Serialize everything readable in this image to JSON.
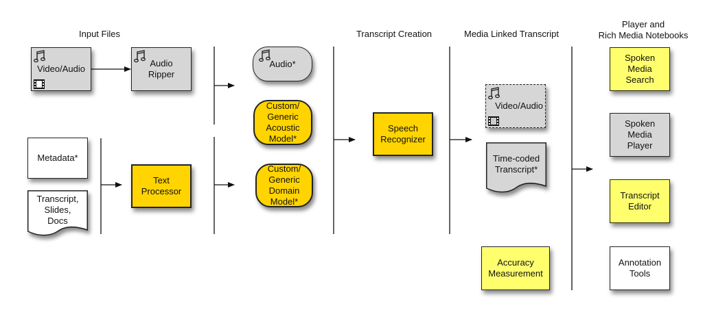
{
  "diagram": {
    "headers": [
      {
        "id": "input-files",
        "text": "Input Files"
      },
      {
        "id": "transcript-creation",
        "text": "Transcript Creation"
      },
      {
        "id": "media-linked-transcript",
        "text": "Media Linked Transcript"
      },
      {
        "id": "player-notebooks",
        "text": "Player and\nRich Media Notebooks"
      }
    ],
    "nodes": {
      "video_audio_input": {
        "label": "Video/Audio",
        "fill": "#d6d6d6",
        "icons": [
          "music-note",
          "film"
        ]
      },
      "audio_ripper": {
        "label": "Audio\nRipper",
        "fill": "#d6d6d6",
        "icons": [
          "music-note"
        ]
      },
      "metadata": {
        "label": "Metadata*",
        "fill": "#ffffff"
      },
      "transcript_slides_docs": {
        "label": "Transcript,\nSlides,\nDocs",
        "fill": "#ffffff",
        "shape": "document"
      },
      "text_processor": {
        "label": "Text\nProcessor",
        "fill": "#ffd400"
      },
      "audio": {
        "label": "Audio*",
        "fill": "#d6d6d6",
        "shape": "rounded",
        "icons": [
          "music-note"
        ]
      },
      "acoustic_model": {
        "label": "Custom/\nGeneric\nAcoustic\nModel*",
        "fill": "#ffd400",
        "shape": "rounded"
      },
      "domain_model": {
        "label": "Custom/\nGeneric\nDomain\nModel*",
        "fill": "#ffd400",
        "shape": "rounded"
      },
      "speech_recognizer": {
        "label": "Speech\nRecognizer",
        "fill": "#ffd400"
      },
      "video_audio_linked": {
        "label": "Video/Audio",
        "fill": "#d6d6d6",
        "border": "dashed",
        "icons": [
          "music-note",
          "film"
        ]
      },
      "time_coded_transcript": {
        "label": "Time-coded\nTranscript*",
        "fill": "#d6d6d6",
        "shape": "document"
      },
      "accuracy_measurement": {
        "label": "Accuracy\nMeasurement",
        "fill": "#ffff6e"
      },
      "spoken_media_search": {
        "label": "Spoken\nMedia\nSearch",
        "fill": "#ffff6e"
      },
      "spoken_media_player": {
        "label": "Spoken\nMedia\nPlayer",
        "fill": "#d6d6d6"
      },
      "transcript_editor": {
        "label": "Transcript\nEditor",
        "fill": "#ffff6e"
      },
      "annotation_tools": {
        "label": "Annotation\nTools",
        "fill": "#ffffff"
      }
    },
    "edges": [
      {
        "from": "video_audio_input",
        "to": "audio_ripper"
      },
      {
        "from": "input-bracket-top",
        "to": "stage2-bracket-top"
      },
      {
        "from": "metadata-bracket",
        "to": "text_processor"
      },
      {
        "from": "text_processor",
        "to": "domain_model"
      },
      {
        "from": "stage2",
        "to": "speech_recognizer"
      },
      {
        "from": "speech_recognizer",
        "to": "media_linked"
      },
      {
        "from": "media_linked",
        "to": "player_notebooks"
      }
    ]
  }
}
